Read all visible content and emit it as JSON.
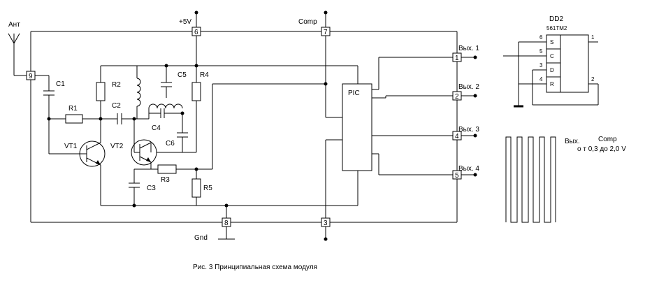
{
  "labels": {
    "antenna": "Ант",
    "vcc": "+5V",
    "comp": "Comp",
    "gnd": "Gnd",
    "pic": "PIC",
    "c1": "C1",
    "c2": "C2",
    "c3": "C3",
    "c4": "C4",
    "c5": "C5",
    "c6": "C6",
    "r1": "R1",
    "r2": "R2",
    "r3": "R3",
    "r4": "R4",
    "r5": "R5",
    "vt1": "VT1",
    "vt2": "VT2",
    "out1": "Вых. 1",
    "out2": "Вых. 2",
    "out3": "Вых. 3",
    "out4": "Вых. 4",
    "dd2": "DD2",
    "dd2_type": "561ТМ2",
    "ff_s": "S",
    "ff_c": "C",
    "ff_d": "D",
    "ff_r": "R",
    "ff_pin6": "6",
    "ff_pin5": "5",
    "ff_pin3": "3",
    "ff_pin4": "4",
    "ff_pin1": "1",
    "ff_pin2": "2",
    "wave_out": "Вых.",
    "wave_comp": "Comp",
    "wave_range": "о т 0,3 до 2,0  V",
    "caption": "Рис. 3 Принципиальная схема модуля"
  },
  "connectors": {
    "p9": "9",
    "p6": "6",
    "p7": "7",
    "p8": "8",
    "p3": "3",
    "p1": "1",
    "p2": "2",
    "p4": "4",
    "p5": "5"
  }
}
